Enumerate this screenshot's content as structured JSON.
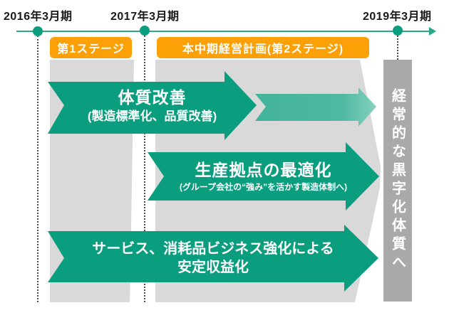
{
  "timeline": {
    "labels": [
      {
        "text": "2016年3月期"
      },
      {
        "text": "2017年3月期"
      },
      {
        "text": "2019年3月期"
      }
    ]
  },
  "stages": [
    {
      "label": "第1ステージ"
    },
    {
      "label": "本中期経営計画(第2ステージ)"
    }
  ],
  "arrows": [
    {
      "title": "体質改善",
      "subtitle": "(製造標準化、品質改善)"
    },
    {
      "title": "生産拠点の最適化",
      "subtitle": "(グループ会社の“強み”を活かす製造体制へ)"
    },
    {
      "title": "サービス、消耗品ビジネス強化による",
      "title2": "安定収益化"
    }
  ],
  "goal": {
    "label": "経常的な黒字化体質へ"
  },
  "colors": {
    "arrow_green": "#0a9e7f",
    "faded_arrow_green": "#4fb9a1",
    "timeline_teal": "#2ba88b",
    "badge_orange": "#fca008",
    "band_gray": "#d9d9d9",
    "goal_bar_gray": "#a9a9a9"
  }
}
